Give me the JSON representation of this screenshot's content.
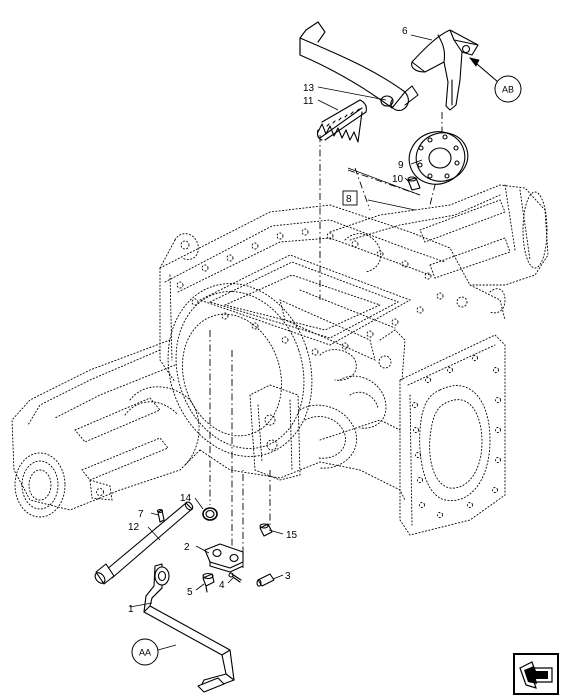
{
  "callouts": [
    {
      "id": "c1",
      "text": "1"
    },
    {
      "id": "c2",
      "text": "2"
    },
    {
      "id": "c3",
      "text": "3"
    },
    {
      "id": "c4",
      "text": "4"
    },
    {
      "id": "c5",
      "text": "5"
    },
    {
      "id": "c6",
      "text": "6"
    },
    {
      "id": "c7",
      "text": "7"
    },
    {
      "id": "c8",
      "text": "8"
    },
    {
      "id": "c9",
      "text": "9"
    },
    {
      "id": "c10",
      "text": "10"
    },
    {
      "id": "c11",
      "text": "11"
    },
    {
      "id": "c12",
      "text": "12"
    },
    {
      "id": "c13",
      "text": "13"
    },
    {
      "id": "c14",
      "text": "14"
    },
    {
      "id": "c15",
      "text": "15"
    }
  ],
  "references": [
    {
      "id": "ref-aa",
      "text": "AA"
    },
    {
      "id": "ref-ab",
      "text": "AB"
    }
  ],
  "colors": {
    "line": "#000000",
    "background": "#ffffff"
  },
  "icons": {
    "corner": "previous-arrow-icon"
  }
}
